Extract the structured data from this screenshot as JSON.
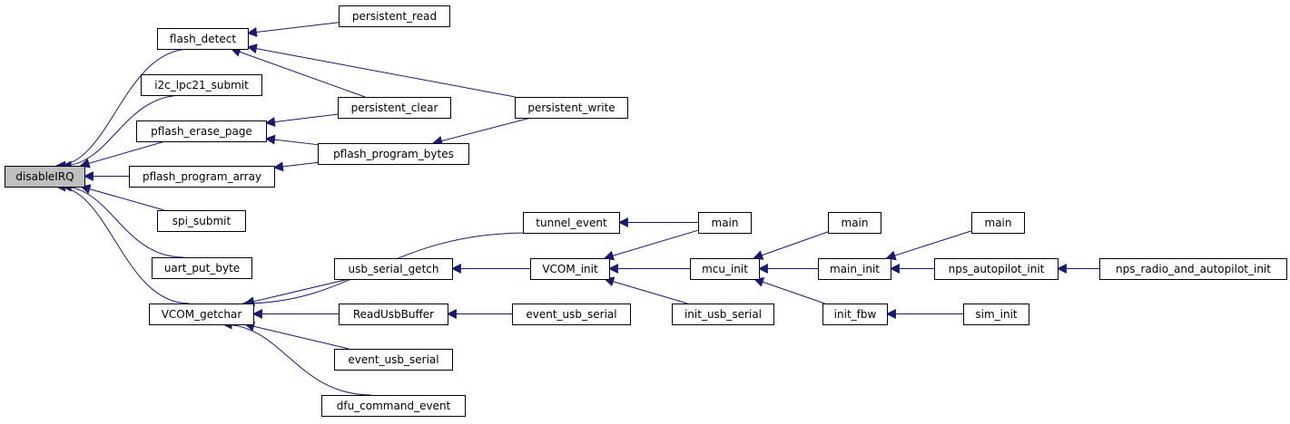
{
  "colors": {
    "node_fill": "#ffffff",
    "root_fill": "#bfbfbf",
    "node_border": "#000000",
    "edge": "#191970"
  },
  "nodes": [
    {
      "id": "disableIRQ",
      "label": "disableIRQ",
      "root": true
    },
    {
      "id": "flash_detect",
      "label": "flash_detect"
    },
    {
      "id": "i2c_lpc21_submit",
      "label": "i2c_lpc21_submit"
    },
    {
      "id": "pflash_erase_page",
      "label": "pflash_erase_page"
    },
    {
      "id": "pflash_program_array",
      "label": "pflash_program_array"
    },
    {
      "id": "spi_submit",
      "label": "spi_submit"
    },
    {
      "id": "uart_put_byte",
      "label": "uart_put_byte"
    },
    {
      "id": "VCOM_getchar",
      "label": "VCOM_getchar"
    },
    {
      "id": "persistent_read",
      "label": "persistent_read"
    },
    {
      "id": "persistent_clear",
      "label": "persistent_clear"
    },
    {
      "id": "persistent_write",
      "label": "persistent_write"
    },
    {
      "id": "pflash_program_bytes",
      "label": "pflash_program_bytes"
    },
    {
      "id": "tunnel_event",
      "label": "tunnel_event"
    },
    {
      "id": "usb_serial_getch",
      "label": "usb_serial_getch"
    },
    {
      "id": "ReadUsbBuffer",
      "label": "ReadUsbBuffer"
    },
    {
      "id": "event_usb_serial_a",
      "label": "event_usb_serial"
    },
    {
      "id": "dfu_command_event",
      "label": "dfu_command_event"
    },
    {
      "id": "VCOM_init",
      "label": "VCOM_init"
    },
    {
      "id": "event_usb_serial_b",
      "label": "event_usb_serial"
    },
    {
      "id": "main_a",
      "label": "main"
    },
    {
      "id": "mcu_init",
      "label": "mcu_init"
    },
    {
      "id": "init_usb_serial",
      "label": "init_usb_serial"
    },
    {
      "id": "main_b",
      "label": "main"
    },
    {
      "id": "main_init",
      "label": "main_init"
    },
    {
      "id": "init_fbw",
      "label": "init_fbw"
    },
    {
      "id": "main_c",
      "label": "main"
    },
    {
      "id": "nps_autopilot_init",
      "label": "nps_autopilot_init"
    },
    {
      "id": "sim_init",
      "label": "sim_init"
    },
    {
      "id": "nps_radio_and_autopilot_init",
      "label": "nps_radio_and_autopilot_init"
    }
  ],
  "edges": [
    [
      "disableIRQ",
      "flash_detect"
    ],
    [
      "disableIRQ",
      "i2c_lpc21_submit"
    ],
    [
      "disableIRQ",
      "pflash_erase_page"
    ],
    [
      "disableIRQ",
      "pflash_program_array"
    ],
    [
      "disableIRQ",
      "spi_submit"
    ],
    [
      "disableIRQ",
      "uart_put_byte"
    ],
    [
      "disableIRQ",
      "VCOM_getchar"
    ],
    [
      "flash_detect",
      "persistent_read"
    ],
    [
      "flash_detect",
      "persistent_clear"
    ],
    [
      "flash_detect",
      "persistent_write"
    ],
    [
      "pflash_erase_page",
      "persistent_clear"
    ],
    [
      "pflash_erase_page",
      "pflash_program_bytes"
    ],
    [
      "pflash_program_array",
      "pflash_program_bytes"
    ],
    [
      "pflash_program_bytes",
      "persistent_write"
    ],
    [
      "VCOM_getchar",
      "tunnel_event"
    ],
    [
      "VCOM_getchar",
      "usb_serial_getch"
    ],
    [
      "VCOM_getchar",
      "ReadUsbBuffer"
    ],
    [
      "VCOM_getchar",
      "event_usb_serial_a"
    ],
    [
      "VCOM_getchar",
      "dfu_command_event"
    ],
    [
      "tunnel_event",
      "main_a"
    ],
    [
      "usb_serial_getch",
      "VCOM_init"
    ],
    [
      "ReadUsbBuffer",
      "event_usb_serial_b"
    ],
    [
      "VCOM_init",
      "main_a"
    ],
    [
      "VCOM_init",
      "mcu_init"
    ],
    [
      "VCOM_init",
      "init_usb_serial"
    ],
    [
      "mcu_init",
      "main_b"
    ],
    [
      "mcu_init",
      "main_init"
    ],
    [
      "mcu_init",
      "init_fbw"
    ],
    [
      "main_init",
      "main_c"
    ],
    [
      "main_init",
      "nps_autopilot_init"
    ],
    [
      "init_fbw",
      "sim_init"
    ],
    [
      "nps_autopilot_init",
      "nps_radio_and_autopilot_init"
    ]
  ]
}
